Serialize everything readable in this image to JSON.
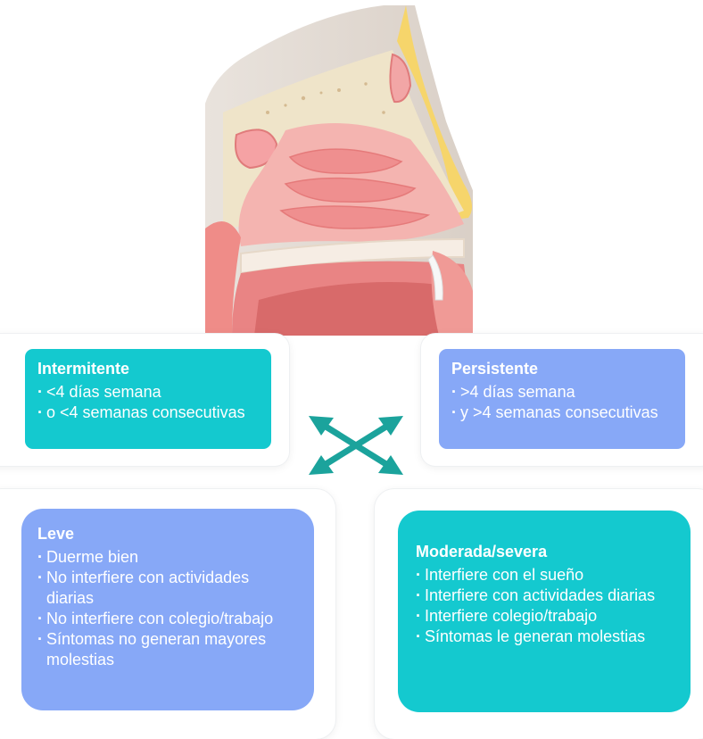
{
  "illustration": {
    "icon": "nasal-cavity-cross-section-icon"
  },
  "classification_frequency": {
    "intermitente": {
      "title": "Intermitente",
      "items": [
        "<4 días semana",
        "o <4 semanas consecutivas"
      ]
    },
    "persistente": {
      "title": "Persistente",
      "items": [
        ">4 días semana",
        "y >4 semanas consecutivas"
      ]
    }
  },
  "classification_severity": {
    "leve": {
      "title": "Leve",
      "items": [
        "Duerme bien",
        "No interfiere con actividades diarias",
        "No interfiere con colegio/trabajo",
        "Síntomas no generan mayores molestias"
      ]
    },
    "moderada": {
      "title": "Moderada/severa",
      "items": [
        "Interfiere con el sueño",
        "Interfiere con actividades diarias",
        "Interfiere colegio/trabajo",
        "Síntomas le generan molestias"
      ]
    }
  },
  "colors": {
    "teal": "#14c9cf",
    "blue": "#87a8f7",
    "arrow": "#1ba39c"
  },
  "arrows_icon": "crossed-double-arrows-icon"
}
